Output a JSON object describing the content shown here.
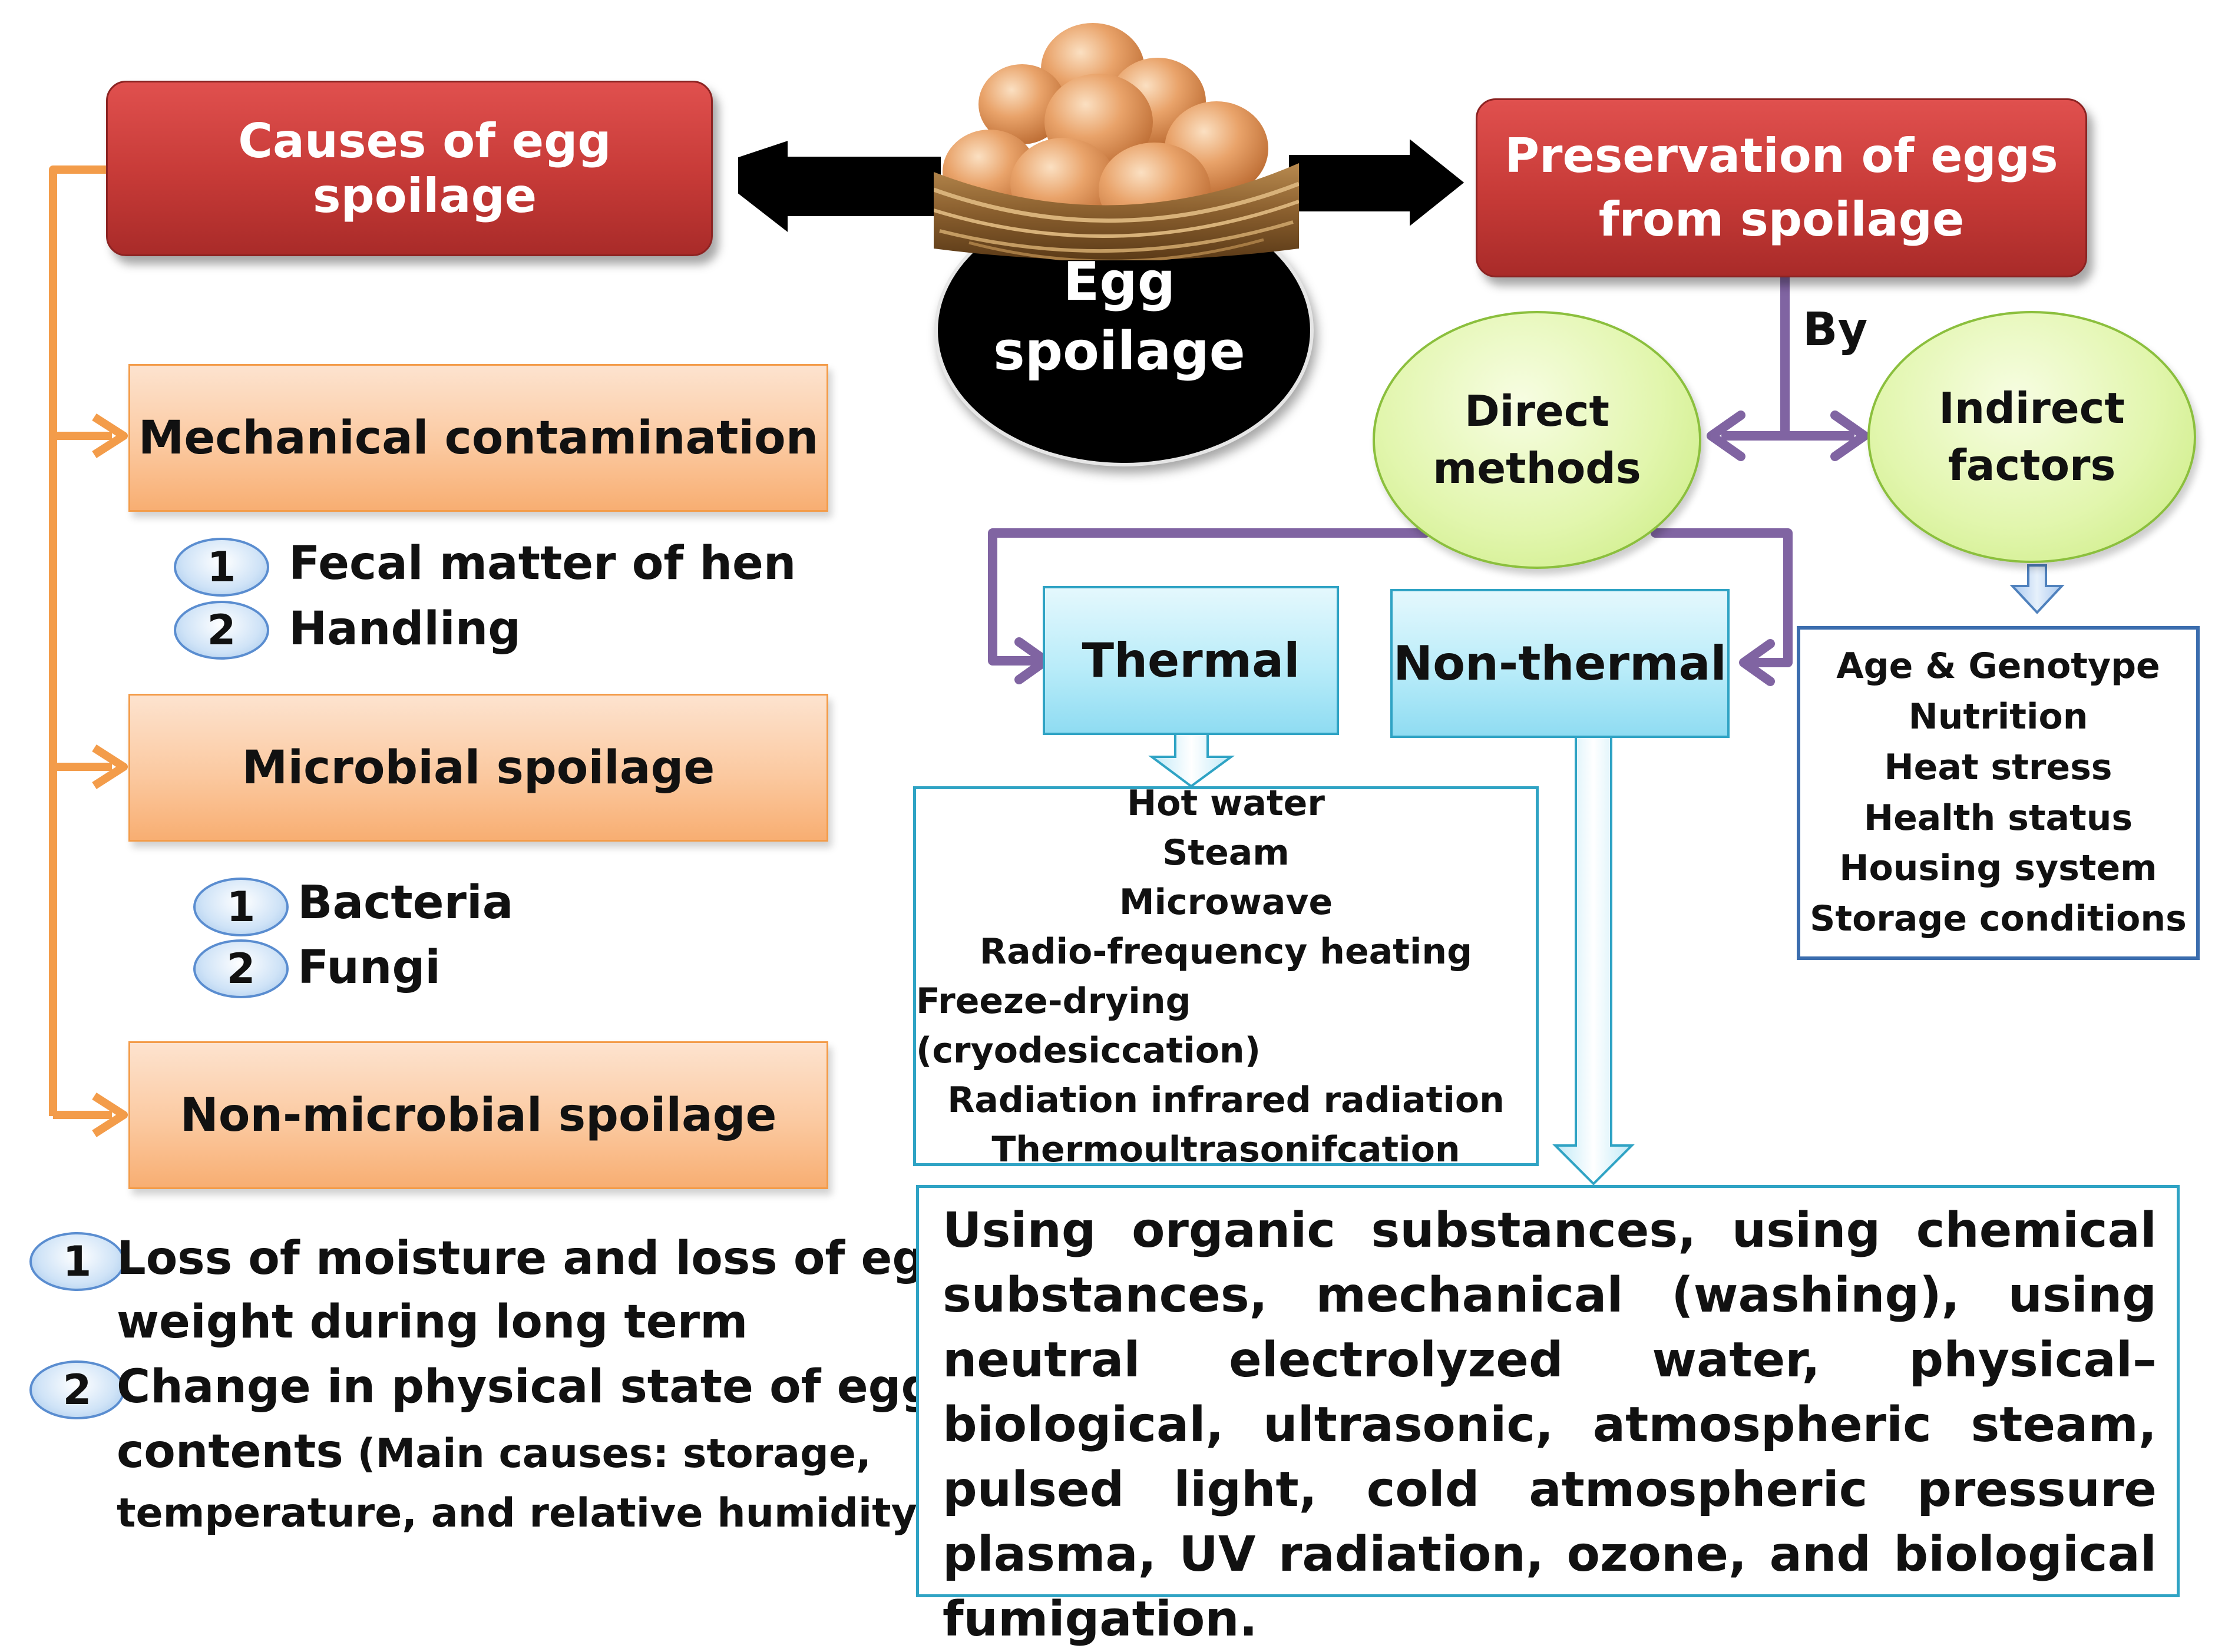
{
  "center": {
    "title": "Egg spoilage"
  },
  "causes": {
    "title": "Causes of egg spoilage",
    "mechanical": {
      "title": "Mechanical contamination",
      "items": [
        {
          "num": "1",
          "text": "Fecal matter of hen"
        },
        {
          "num": "2",
          "text": "Handling"
        }
      ]
    },
    "microbial": {
      "title": "Microbial spoilage",
      "items": [
        {
          "num": "1",
          "text": "Bacteria"
        },
        {
          "num": "2",
          "text": "Fungi"
        }
      ]
    },
    "non_microbial": {
      "title": "Non-microbial spoilage",
      "items": [
        {
          "num": "1",
          "line1": "Loss of moisture and loss of egg",
          "line2": "weight during long term"
        },
        {
          "num": "2",
          "line1": "Change in physical state of egg",
          "line2a": "contents",
          "line2b": " (Main causes: storage,",
          "line3": "temperature, and relative humidity)"
        }
      ]
    }
  },
  "preservation": {
    "title_line1": "Preservation of eggs",
    "title_line2": "from spoilage",
    "by_label": "By",
    "direct": {
      "line1": "Direct",
      "line2": "methods"
    },
    "indirect": {
      "line1": "Indirect",
      "line2": "factors",
      "items": [
        "Age & Genotype",
        "Nutrition",
        "Heat stress",
        "Health status",
        "Housing system",
        "Storage conditions"
      ]
    },
    "thermal": {
      "title": "Thermal",
      "items": [
        "Hot water",
        "Steam",
        "Microwave",
        "Radio-frequency heating",
        "Freeze-drying (cryodesiccation)",
        "Radiation infrared radiation",
        "Thermoultrasonifcation"
      ]
    },
    "non_thermal": {
      "title": "Non-thermal",
      "text": "Using organic substances, using chemical substances, mechanical (washing), using neutral electrolyzed water, physical–biological, ultrasonic, atmospheric steam, pulsed light, cold atmospheric pressure plasma, UV radiation, ozone, and biological fumigation."
    }
  },
  "colors": {
    "orange_connector": "#f39c4a",
    "purple_connector": "#8064a2",
    "header_red": "#c0504d",
    "light_blue": "#2fa3c4",
    "dark_blue": "#3b6dae"
  }
}
